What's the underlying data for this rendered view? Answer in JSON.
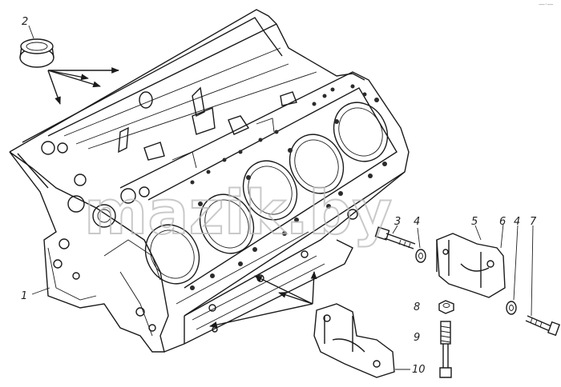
{
  "callouts": {
    "c1": "1",
    "c2": "2",
    "c3": "3",
    "c4a": "4",
    "c4b": "4",
    "c5": "5",
    "c6": "6",
    "c7": "7",
    "c8": "8",
    "c9": "9",
    "c10": "10"
  },
  "watermark": "mazik.by",
  "corner_mark": "—·—"
}
